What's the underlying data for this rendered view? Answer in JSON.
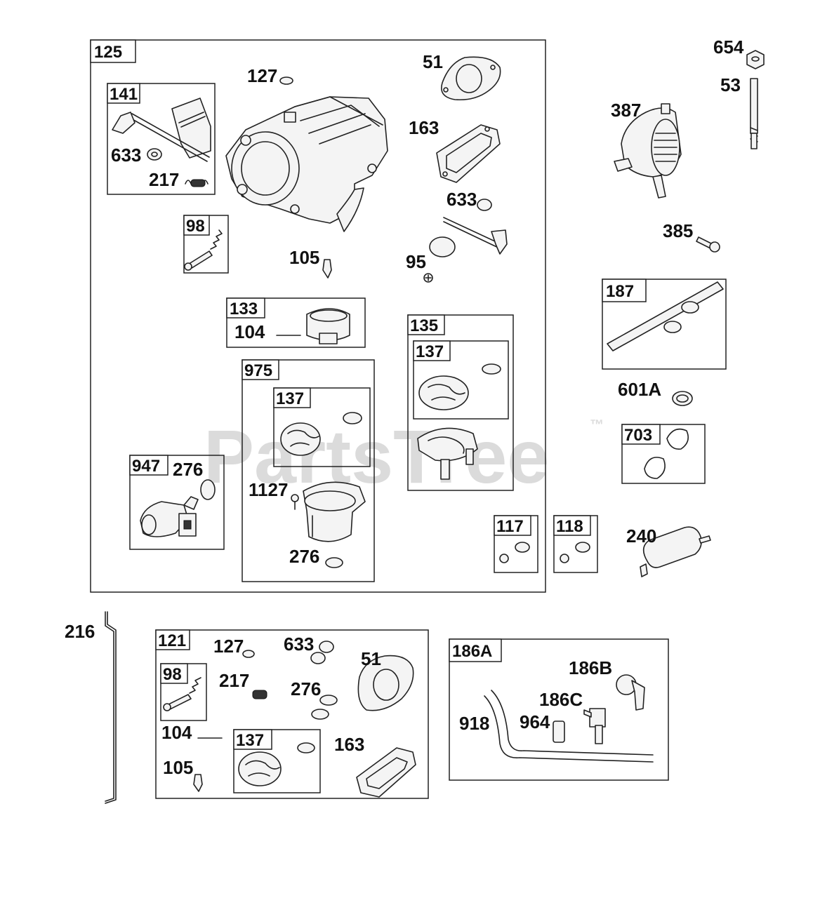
{
  "watermark": {
    "brand": "PartsTree",
    "trademark": "™"
  },
  "boxes": {
    "b125": "125",
    "b141": "141",
    "b98": "98",
    "b133": "133",
    "b135": "135",
    "b137a": "137",
    "b975": "975",
    "b137b": "137",
    "b947": "947",
    "b117": "117",
    "b118": "118",
    "b187": "187",
    "b703": "703",
    "b121": "121",
    "b98b": "98",
    "b137c": "137",
    "b186A": "186A"
  },
  "labels": {
    "l127a": "127",
    "l51a": "51",
    "l163a": "163",
    "l633a": "633",
    "l217a": "217",
    "l633b": "633",
    "l105a": "105",
    "l95": "95",
    "l104a": "104",
    "l276a": "276",
    "l1127": "1127",
    "l276b": "276",
    "l654": "654",
    "l53": "53",
    "l387": "387",
    "l385": "385",
    "l601A": "601A",
    "l240": "240",
    "l216": "216",
    "l127b": "127",
    "l633c": "633",
    "l51b": "51",
    "l217b": "217",
    "l276c": "276",
    "l104b": "104",
    "l163b": "163",
    "l105b": "105",
    "l186B": "186B",
    "l186C": "186C",
    "l918": "918",
    "l964": "964"
  }
}
